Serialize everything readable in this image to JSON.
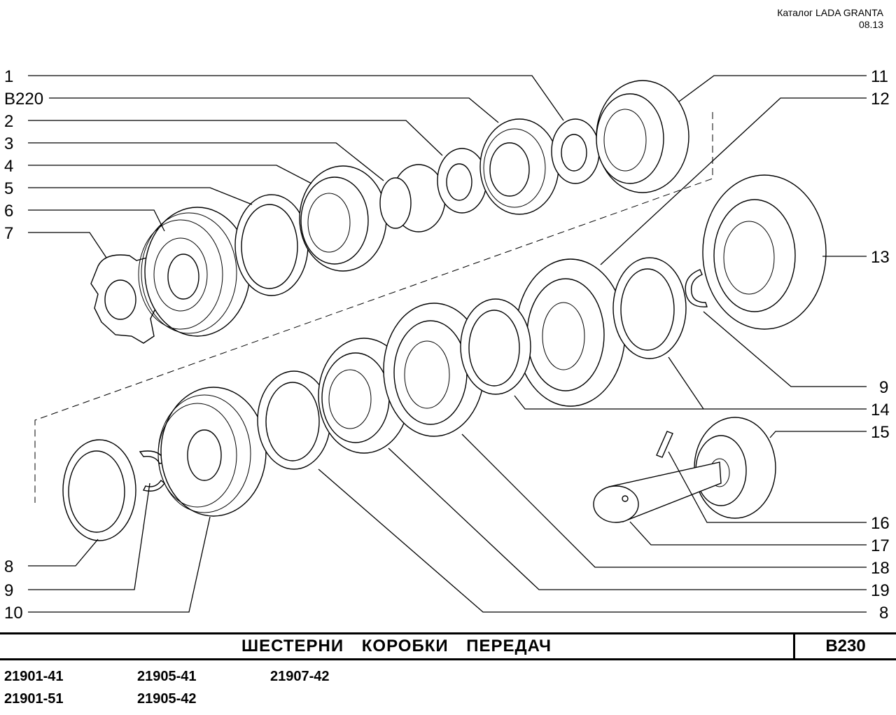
{
  "header": {
    "catalog": "Каталог  LADA  GRANTA",
    "date": "08.13"
  },
  "callouts_left": [
    "1",
    "B220",
    "2",
    "3",
    "4",
    "5",
    "6",
    "7",
    "8",
    "9",
    "10"
  ],
  "callouts_right": [
    "11",
    "12",
    "13",
    "9",
    "14",
    "15",
    "16",
    "17",
    "18",
    "19",
    "8"
  ],
  "title": "ШЕСТЕРНИ  КОРОБКИ  ПЕРЕДАЧ",
  "section_code": "B230",
  "models": [
    [
      "21901-41",
      "21901-51"
    ],
    [
      "21905-41",
      "21905-42"
    ],
    [
      "21907-42"
    ]
  ]
}
